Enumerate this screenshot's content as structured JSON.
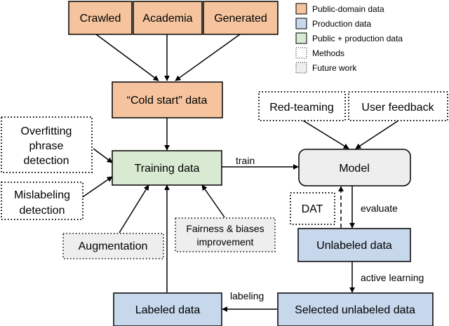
{
  "colors": {
    "public_domain": "#F5C49E",
    "production": "#C7D7EC",
    "public_production": "#D9EAD2",
    "model_fill": "#EEEEEE",
    "future_fill": "#EEEEEE",
    "method_fill": "#FFFFFF"
  },
  "legend": {
    "public_domain": "Public-domain data",
    "production": "Production data",
    "public_production": "Public + production data",
    "methods": "Methods",
    "future_work": "Future work"
  },
  "nodes": {
    "crawled": "Crawled",
    "academia": "Academia",
    "generated": "Generated",
    "cold_start": "“Cold start” data",
    "training": "Training data",
    "overfitting": [
      "Overfitting",
      "phrase",
      "detection"
    ],
    "mislabeling": [
      "Mislabeling",
      "detection"
    ],
    "augmentation": "Augmentation",
    "fairness": [
      "Fairness & biases",
      "improvement"
    ],
    "red_teaming": "Red-teaming",
    "user_feedback": "User feedback",
    "model": "Model",
    "dat": "DAT",
    "unlabeled": "Unlabeled data",
    "selected": "Selected unlabeled data",
    "labeled": "Labeled data"
  },
  "edges": {
    "train": "train",
    "evaluate": "evaluate",
    "active_learning": "active learning",
    "labeling": "labeling"
  }
}
